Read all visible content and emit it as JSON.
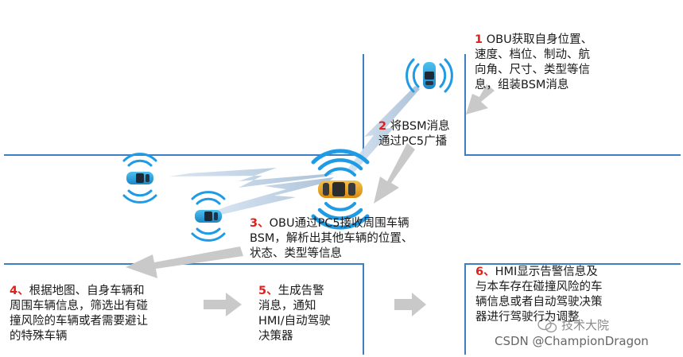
{
  "steps": [
    {
      "num": "1",
      "lines": [
        " OBU获取自身位置、",
        "速度、档位、制动、航",
        "向角、尺寸、类型等信",
        "息，组装BSM消息"
      ]
    },
    {
      "num": "2",
      "lines": [
        " 将BSM消息",
        "通过PC5广播"
      ]
    },
    {
      "num": "3、",
      "lines": [
        "OBU通过PC5接收周围车辆",
        "BSM，解析出其他车辆的位置、",
        "状态、类型等信息"
      ]
    },
    {
      "num": "4、",
      "lines": [
        "根据地图、自身车辆和",
        "周围车辆信息，筛选出有碰",
        "撞风险的车辆或者需要避让",
        "的特殊车辆"
      ]
    },
    {
      "num": "5、",
      "lines": [
        "生成告警",
        "消息，通知",
        "HMI/自动驾驶",
        "决策器"
      ]
    },
    {
      "num": "6、",
      "lines": [
        "HMI显示告警信息及",
        "与本车存在碰撞风险的车",
        "辆信息或者自动驾驶决策",
        "器进行驾驶行为调整"
      ]
    }
  ],
  "watermark": {
    "brand": "技术大院",
    "credit": "CSDN @ChampionDragon"
  },
  "colors": {
    "road": "#3f7fc1",
    "ego_car": "#e9a21c",
    "other_car": "#2a9fd6",
    "signal": "#1f9be6",
    "arrow": "#c9c9c9",
    "step_number": "#e0201b"
  }
}
